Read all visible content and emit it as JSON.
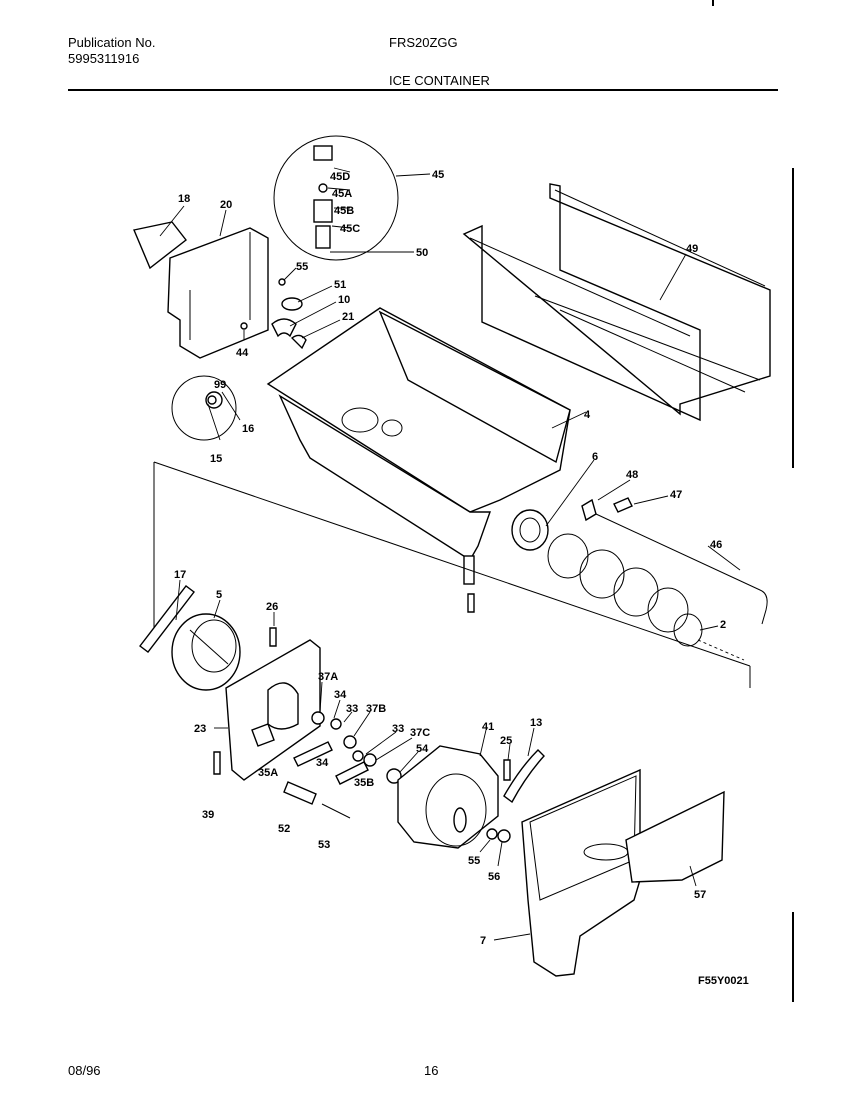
{
  "header": {
    "publication_label": "Publication No.",
    "publication_number": "5995311916",
    "model": "FRS20ZGG",
    "section_title": "ICE CONTAINER"
  },
  "footer": {
    "date": "08/96",
    "page_number": "16",
    "figure_code": "F55Y0021"
  },
  "callouts": {
    "c45D": "45D",
    "c45A": "45A",
    "c45B": "45B",
    "c45C": "45C",
    "c45": "45",
    "c50": "50",
    "c18": "18",
    "c20": "20",
    "c55": "55",
    "c51": "51",
    "c10": "10",
    "c21": "21",
    "c44": "44",
    "c49": "49",
    "c99": "99",
    "c16": "16",
    "c15": "15",
    "c4": "4",
    "c6": "6",
    "c48": "48",
    "c47": "47",
    "c46": "46",
    "c2": "2",
    "c17": "17",
    "c5": "5",
    "c26": "26",
    "c37A": "37A",
    "c34a": "34",
    "c33a": "33",
    "c37B": "37B",
    "c23": "23",
    "c35A": "35A",
    "c34b": "34",
    "c33b": "33",
    "c37C": "37C",
    "c54": "54",
    "c41": "41",
    "c25": "25",
    "c13": "13",
    "c35B": "35B",
    "c39": "39",
    "c52": "52",
    "c53": "53",
    "c55b": "55",
    "c56": "56",
    "c57": "57",
    "c7": "7"
  }
}
